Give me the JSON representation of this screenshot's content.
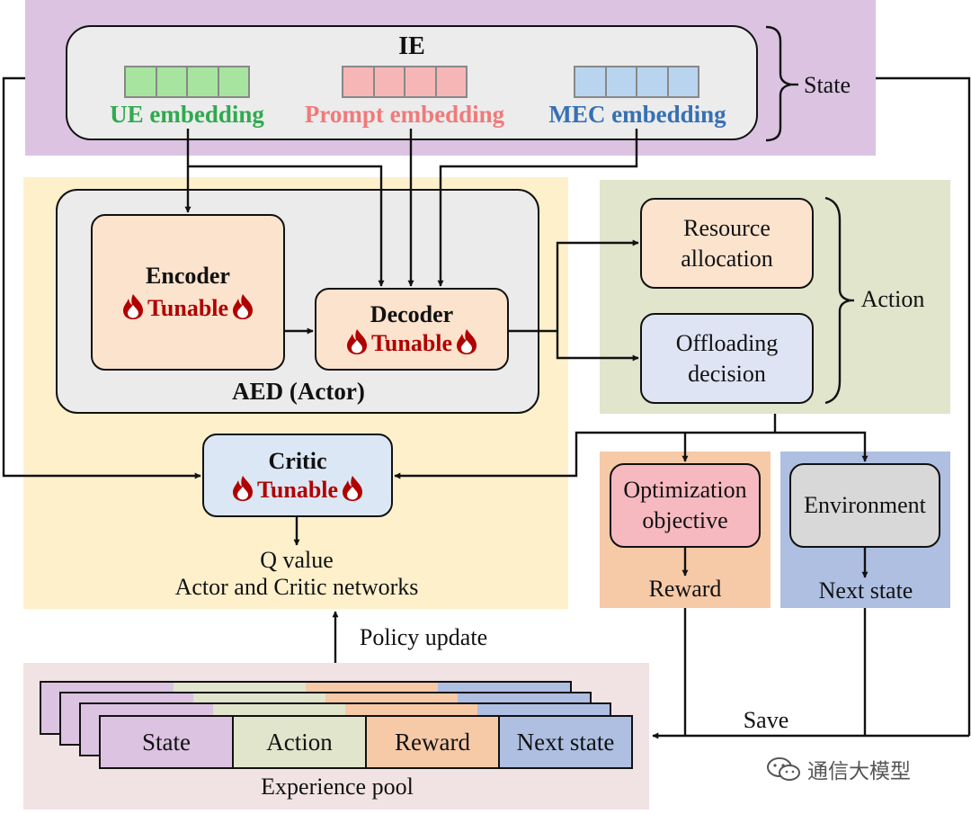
{
  "ie": {
    "title": "IE",
    "ue_label": "UE embedding",
    "prompt_label": "Prompt embedding",
    "mec_label": "MEC embedding",
    "state_label": "State"
  },
  "aed": {
    "label": "AED (Actor)",
    "encoder_title": "Encoder",
    "decoder_title": "Decoder",
    "tunable": "Tunable"
  },
  "critic": {
    "title": "Critic",
    "tunable": "Tunable",
    "q_value": "Q value",
    "networks": "Actor and Critic networks"
  },
  "action": {
    "resource_line1": "Resource",
    "resource_line2": "allocation",
    "offloading_line1": "Offloading",
    "offloading_line2": "decision",
    "label": "Action"
  },
  "reward": {
    "objective_line1": "Optimization",
    "objective_line2": "objective",
    "label": "Reward"
  },
  "environment": {
    "title": "Environment",
    "label": "Next state"
  },
  "policy_update": "Policy update",
  "save": "Save",
  "pool": {
    "cells": [
      "State",
      "Action",
      "Reward",
      "Next state"
    ],
    "label": "Experience pool"
  },
  "watermark": "通信大模型",
  "colors": {
    "state_region": "#dcc3e2",
    "actor_region": "#fdf0cb",
    "action_region": "#e0e5cc",
    "reward_region": "#f6c9a7",
    "next_state_region": "#aebfe2",
    "pool_region": "#f1e2e4",
    "ue": "#2faa4e",
    "prompt": "#f07a7a",
    "mec": "#3670b4",
    "tunable": "#b00000"
  }
}
